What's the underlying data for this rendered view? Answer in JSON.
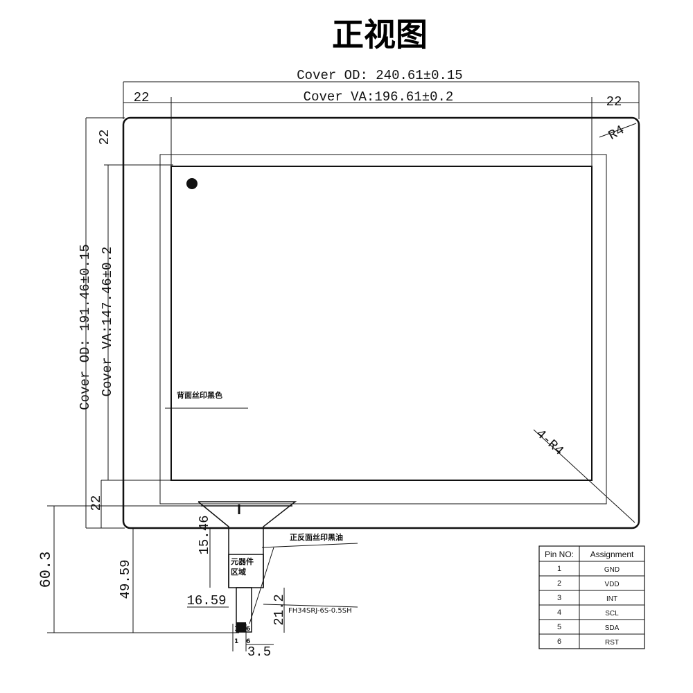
{
  "title": "正视图",
  "dimensions": {
    "cover_od_width": "Cover OD: 240.61±0.15",
    "cover_va_width": "Cover VA:196.61±0.2",
    "cover_od_height": "Cover OD: 191.46±0.15",
    "cover_va_height": "Cover VA:147.46±0.2",
    "border_left": "22",
    "border_right": "22",
    "border_top": "22",
    "border_bottom": "22",
    "corner_radius": "R4",
    "corner_radius_4": "4-R4",
    "fpc_neck": "15.46",
    "fpc_height": "49.59",
    "total_height": "60.3",
    "fpc_width": "16.59",
    "fpc_connector_len": "21.2",
    "pin_pitch": "3.5"
  },
  "notes": {
    "back_print": "背面丝印黑色",
    "front_back_print": "正反面丝印黑油",
    "component_area_line1": "元器件",
    "component_area_line2": "区域",
    "connector_part": "FH34SRJ-6S-0.5SH",
    "pin_first": "1",
    "pin_last": "6",
    "pin_first_b": "1",
    "pin_last_b": "6"
  },
  "pin_table": {
    "headers": [
      "Pin NO:",
      "Assignment"
    ],
    "rows": [
      {
        "no": "1",
        "assignment": "GND"
      },
      {
        "no": "2",
        "assignment": "VDD"
      },
      {
        "no": "3",
        "assignment": "INT"
      },
      {
        "no": "4",
        "assignment": "SCL"
      },
      {
        "no": "5",
        "assignment": "SDA"
      },
      {
        "no": "6",
        "assignment": "RST"
      }
    ]
  }
}
